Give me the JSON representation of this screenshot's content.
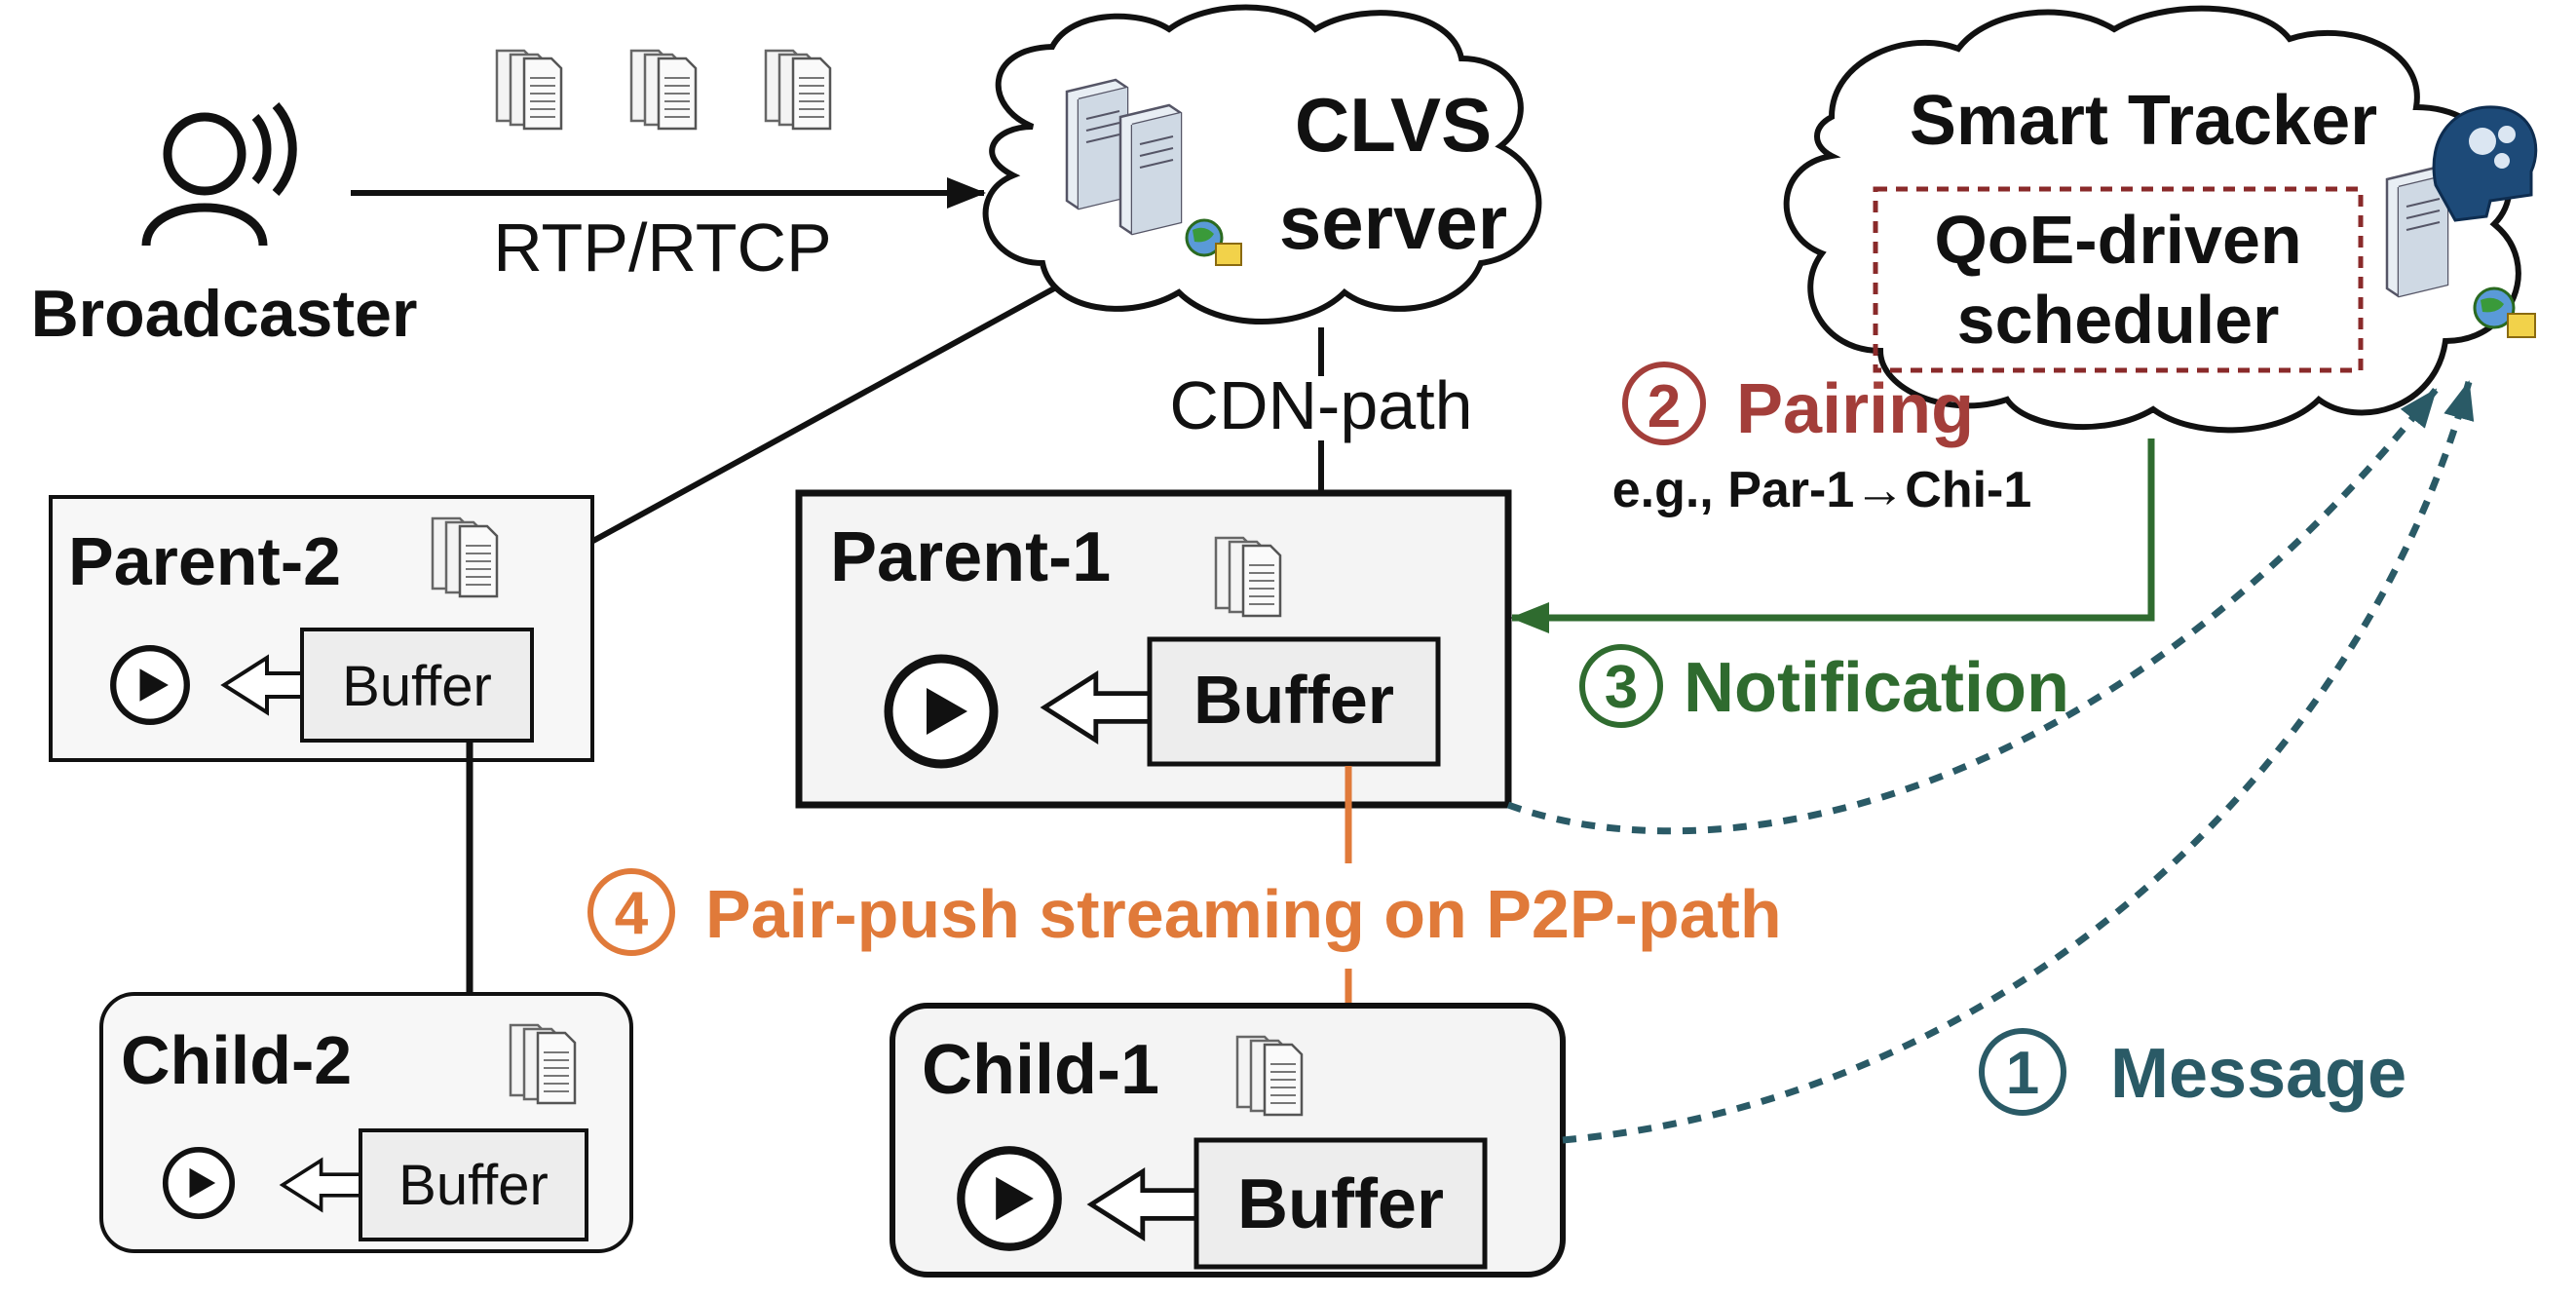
{
  "broadcaster": {
    "label": "Broadcaster"
  },
  "link_broadcast": {
    "label": "RTP/RTCP"
  },
  "clvs": {
    "line1": "CLVS",
    "line2": "server"
  },
  "cdn": {
    "label": "CDN-path"
  },
  "tracker": {
    "title": "Smart Tracker",
    "sched_line1": "QoE-driven",
    "sched_line2": "scheduler"
  },
  "steps": {
    "pairing": {
      "num": "2",
      "label": "Pairing",
      "example": "e.g., Par-1→Chi-1",
      "color": "#a33e3a"
    },
    "notification": {
      "num": "3",
      "label": "Notification",
      "color": "#2f6b2f"
    },
    "push": {
      "num": "4",
      "label": "Pair-push streaming on P2P-path",
      "color": "#e07a3a"
    },
    "message": {
      "num": "1",
      "label": "Message",
      "color": "#2a5a66"
    }
  },
  "nodes": {
    "parent2": {
      "label": "Parent-2",
      "buffer": "Buffer"
    },
    "parent1": {
      "label": "Parent-1",
      "buffer": "Buffer"
    },
    "child2": {
      "label": "Child-2",
      "buffer": "Buffer"
    },
    "child1": {
      "label": "Child-1",
      "buffer": "Buffer"
    }
  }
}
